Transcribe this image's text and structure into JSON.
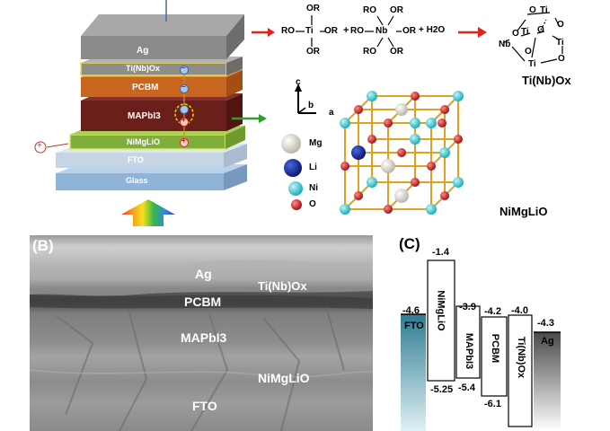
{
  "device": {
    "layers": [
      "Ag",
      "Ti(Nb)Ox",
      "PCBM",
      "MAPbI3",
      "NiMgLiO",
      "FTO",
      "Glass"
    ],
    "plus_sign": "+",
    "minus_sign": "−",
    "charge_plus": "+"
  },
  "chemistry": {
    "ti_alkoxide": {
      "top": "OR",
      "left": "RO",
      "center": "Ti",
      "right": "OR",
      "bottom": "OR"
    },
    "nb_alkoxide": {
      "top_left": "RO",
      "top_right": "OR",
      "left": "RO",
      "center": "Nb",
      "right": "OR",
      "bottom_left": "RO",
      "bottom_right": "OR"
    },
    "plus_1": "+",
    "plus_2": "+ H2O",
    "product_label": "Ti(Nb)Ox",
    "product_atoms": {
      "ti_top": "Ti",
      "ti_center": "Ti",
      "ti_right": "Ti",
      "ti_bottom": "Ti",
      "nb": "Nb",
      "o": "O"
    }
  },
  "crystal": {
    "axes": {
      "c": "c",
      "b": "b",
      "a": "a"
    },
    "legend": [
      "Mg",
      "Li",
      "Ni",
      "O"
    ],
    "legend_colors": [
      "#e8e4dc",
      "#0b1d8a",
      "#33d1d8",
      "#d81818"
    ],
    "label": "NiMgLiO"
  },
  "panel_b": {
    "tag": "(B)",
    "labels": [
      "Ag",
      "Ti(Nb)Ox",
      "PCBM",
      "MAPbI3",
      "NiMgLiO",
      "FTO"
    ]
  },
  "panel_c": {
    "tag": "(C)",
    "levels": [
      {
        "name": "FTO",
        "top": "-4.6",
        "bottom": ""
      },
      {
        "name": "NiMgLiO",
        "top": "-1.4",
        "bottom": "-5.25"
      },
      {
        "name": "MAPbI3",
        "top": "-3.9",
        "bottom": "-5.4"
      },
      {
        "name": "PCBM",
        "top": "-4.2",
        "bottom": "-6.1"
      },
      {
        "name": "Ti(Nb)Ox",
        "top": "-4.0",
        "bottom": ""
      },
      {
        "name": "Ag",
        "top": "-4.3",
        "bottom": ""
      }
    ]
  }
}
